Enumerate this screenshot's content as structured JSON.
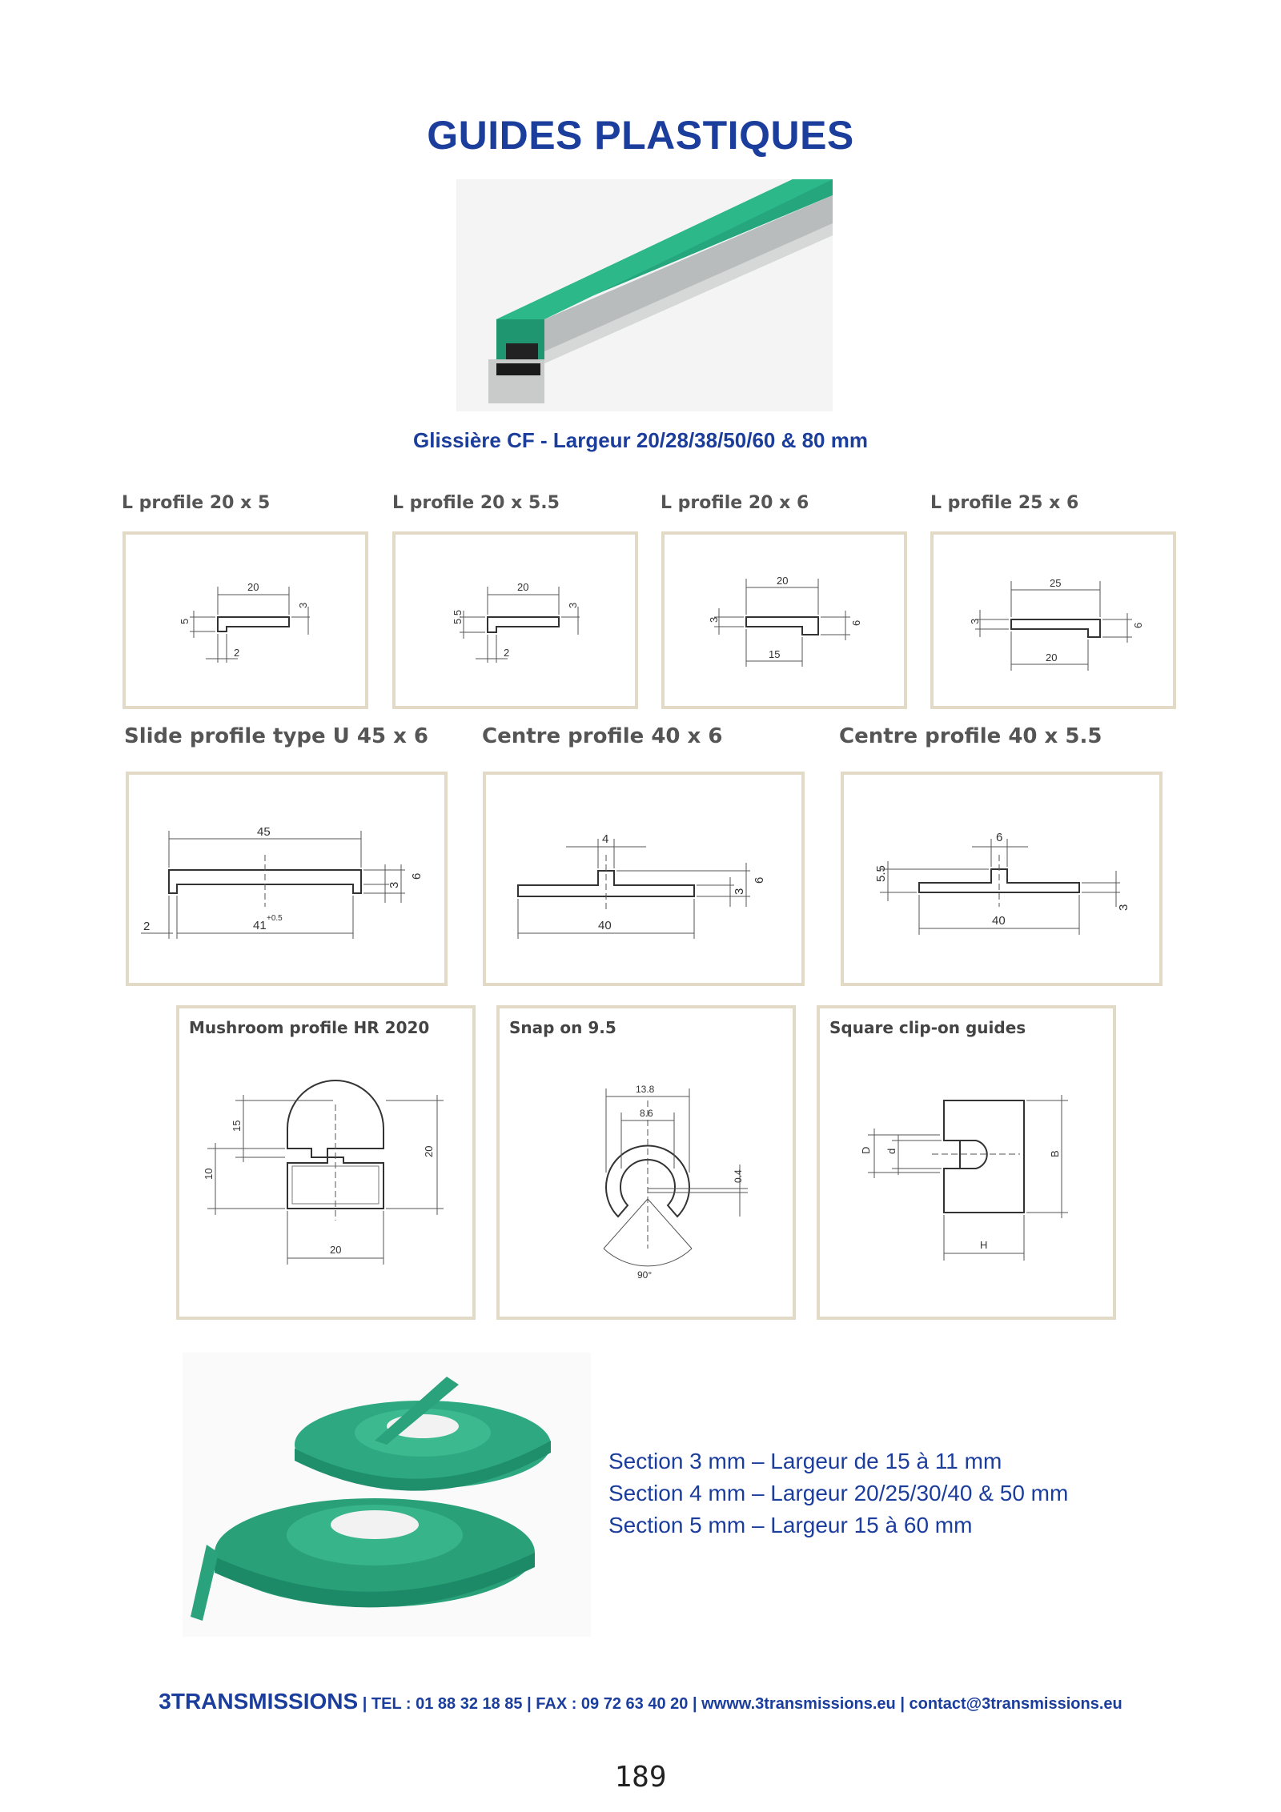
{
  "title": "GUIDES PLASTIQUES",
  "subtitle": "Glissière CF  - Largeur 20/28/38/50/60 & 80 mm",
  "row1_labels": [
    "L profile 20 x 5",
    "L profile 20 x 5.5",
    "L profile 20 x 6",
    "L profile 25 x 6"
  ],
  "row2_labels": [
    "Slide profile type U 45 x 6",
    "Centre profile 40 x 6",
    "Centre profile 40 x 5.5"
  ],
  "row3_labels": [
    "Mushroom profile HR 2020",
    "Snap on 9.5",
    "Square clip-on guides"
  ],
  "dims": {
    "l1": {
      "top": "20",
      "h": "5",
      "t": "3",
      "b": "2"
    },
    "l2": {
      "top": "20",
      "h": "5.5",
      "t": "3",
      "b": "2"
    },
    "l3": {
      "top": "20",
      "left": "3",
      "right": "6",
      "bottom": "15"
    },
    "l4": {
      "top": "25",
      "left": "3",
      "right": "6",
      "bottom": "20"
    },
    "u": {
      "top": "45",
      "a": "3",
      "b": "6",
      "left": "2",
      "bottom": "41",
      "tol": "+0.5"
    },
    "c1": {
      "top": "4",
      "a": "3",
      "b": "6",
      "bottom": "40"
    },
    "c2": {
      "top": "6",
      "left": "5.5",
      "right": "3",
      "bottom": "40"
    },
    "m": {
      "a": "15",
      "b": "10",
      "h": "20",
      "w": "20"
    },
    "s": {
      "w1": "13.8",
      "w2": "8.6",
      "g": "0.4",
      "ang": "90°"
    },
    "q": {
      "d1": "D",
      "d2": "d",
      "b": "B",
      "h": "H"
    }
  },
  "specs": [
    "Section 3 mm – Largeur de 15 à 11 mm",
    "Section 4 mm – Largeur 20/25/30/40 & 50 mm",
    "Section 5 mm – Largeur 15 à 60 mm"
  ],
  "footer": {
    "brand": "3TRANSMISSIONS",
    "contact": " | TEL : 01 88 32 18 85 | FAX : 09 72 63 40 20 | wwww.3transmissions.eu | contact@3transmissions.eu"
  },
  "page_number": "189",
  "colors": {
    "accent": "#1b3d9c",
    "guide_green": "#22a07a",
    "frame": "#e2d9c6"
  }
}
